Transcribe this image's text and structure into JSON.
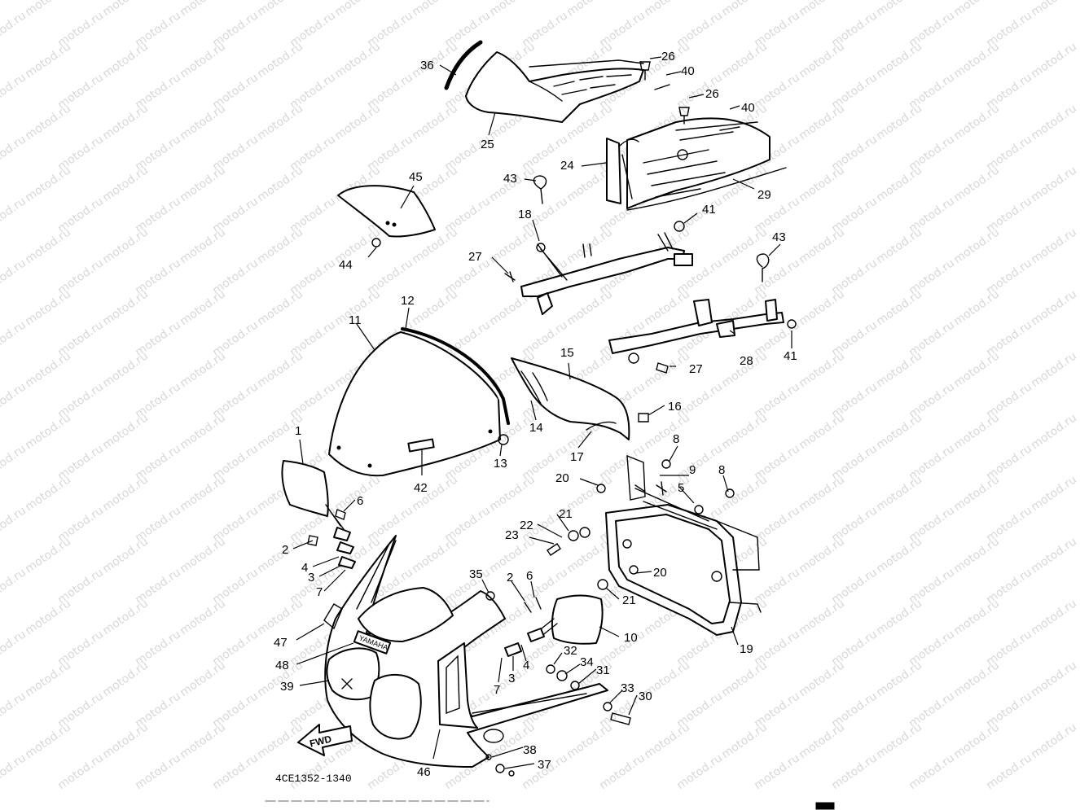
{
  "watermark": "motod.ru",
  "drawing_code": "4CE1352-1340",
  "fwd_label": "FWD",
  "brand_label": "YAMAHA",
  "callouts": [
    {
      "id": "c36a",
      "text": "36"
    },
    {
      "id": "c26a",
      "text": "26"
    },
    {
      "id": "c40a",
      "text": "40"
    },
    {
      "id": "c26b",
      "text": "26"
    },
    {
      "id": "c40b",
      "text": "40"
    },
    {
      "id": "c25",
      "text": "25"
    },
    {
      "id": "c24",
      "text": "24"
    },
    {
      "id": "c29",
      "text": "29"
    },
    {
      "id": "c43a",
      "text": "43"
    },
    {
      "id": "c45",
      "text": "45"
    },
    {
      "id": "c44",
      "text": "44"
    },
    {
      "id": "c18",
      "text": "18"
    },
    {
      "id": "c41a",
      "text": "41"
    },
    {
      "id": "c27a",
      "text": "27"
    },
    {
      "id": "c43b",
      "text": "43"
    },
    {
      "id": "c12",
      "text": "12"
    },
    {
      "id": "c11",
      "text": "11"
    },
    {
      "id": "c15",
      "text": "15"
    },
    {
      "id": "c28",
      "text": "28"
    },
    {
      "id": "c41b",
      "text": "41"
    },
    {
      "id": "c27b",
      "text": "27"
    },
    {
      "id": "c16",
      "text": "16"
    },
    {
      "id": "c14",
      "text": "14"
    },
    {
      "id": "c17",
      "text": "17"
    },
    {
      "id": "c13",
      "text": "13"
    },
    {
      "id": "c42",
      "text": "42"
    },
    {
      "id": "c1",
      "text": "1"
    },
    {
      "id": "c8a",
      "text": "8"
    },
    {
      "id": "c9",
      "text": "9"
    },
    {
      "id": "c8b",
      "text": "8"
    },
    {
      "id": "c20a",
      "text": "20"
    },
    {
      "id": "c5",
      "text": "5"
    },
    {
      "id": "c6a",
      "text": "6"
    },
    {
      "id": "c21a",
      "text": "21"
    },
    {
      "id": "c22",
      "text": "22"
    },
    {
      "id": "c23",
      "text": "23"
    },
    {
      "id": "c2a",
      "text": "2"
    },
    {
      "id": "c4a",
      "text": "4"
    },
    {
      "id": "c3a",
      "text": "3"
    },
    {
      "id": "c7a",
      "text": "7"
    },
    {
      "id": "c20b",
      "text": "20"
    },
    {
      "id": "c21b",
      "text": "21"
    },
    {
      "id": "c35",
      "text": "35"
    },
    {
      "id": "c2b",
      "text": "2"
    },
    {
      "id": "c6b",
      "text": "6"
    },
    {
      "id": "c10",
      "text": "10"
    },
    {
      "id": "c19",
      "text": "19"
    },
    {
      "id": "c47",
      "text": "47"
    },
    {
      "id": "c48",
      "text": "48"
    },
    {
      "id": "c39",
      "text": "39"
    },
    {
      "id": "c32",
      "text": "32"
    },
    {
      "id": "c34",
      "text": "34"
    },
    {
      "id": "c31",
      "text": "31"
    },
    {
      "id": "c4b",
      "text": "4"
    },
    {
      "id": "c3b",
      "text": "3"
    },
    {
      "id": "c7b",
      "text": "7"
    },
    {
      "id": "c33",
      "text": "33"
    },
    {
      "id": "c30",
      "text": "30"
    },
    {
      "id": "c46",
      "text": "46"
    },
    {
      "id": "c38",
      "text": "38"
    },
    {
      "id": "c37",
      "text": "37"
    }
  ]
}
